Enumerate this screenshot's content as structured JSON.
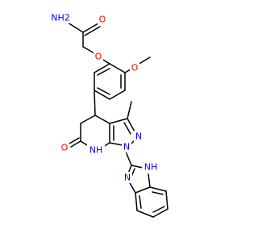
{
  "molecule": {
    "atom_label_colors": {
      "O": "#ff0000",
      "N": "#0000ff",
      "bond": "#000000"
    },
    "labels": {
      "nh2": "NH2",
      "o_amide": "O",
      "o_ether": "O",
      "o_methoxy": "O",
      "o_lactam": "O",
      "nh_lactam": "NH",
      "n_pyrazole_1": "N",
      "n_pyrazole_2": "N",
      "n_imidazole": "N",
      "nh_imidazole": "NH"
    }
  }
}
